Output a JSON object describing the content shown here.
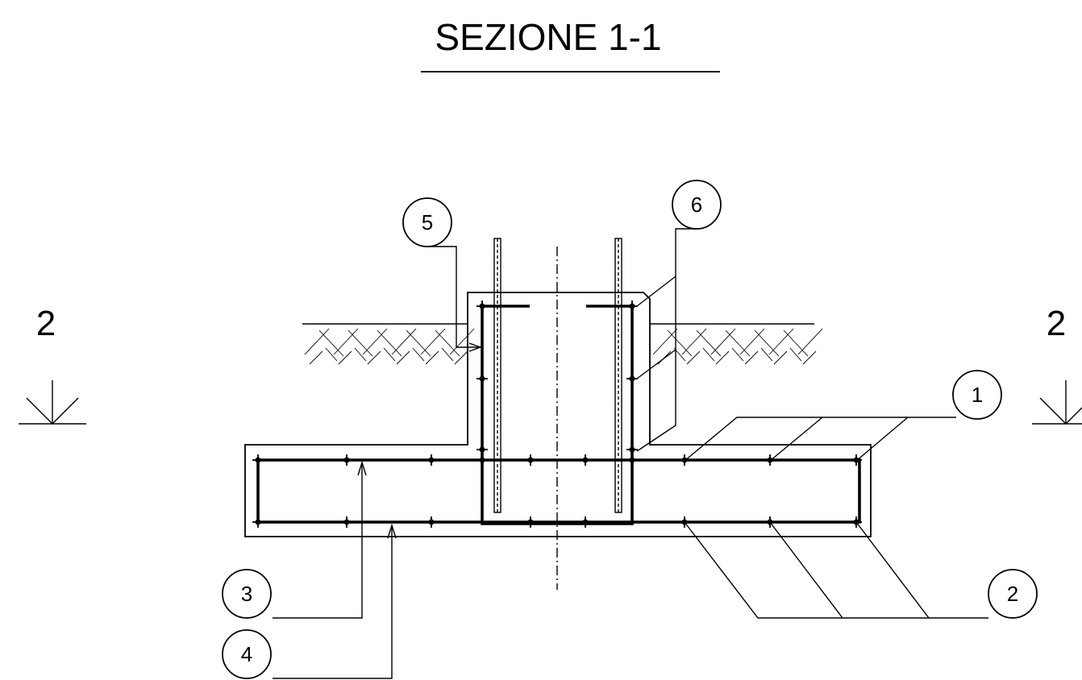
{
  "title": "SEZIONE 1-1",
  "section_marks": {
    "left": "2",
    "right": "2"
  },
  "callouts": [
    {
      "id": "callout-1",
      "label": "1"
    },
    {
      "id": "callout-2",
      "label": "2"
    },
    {
      "id": "callout-3",
      "label": "3"
    },
    {
      "id": "callout-4",
      "label": "4"
    },
    {
      "id": "callout-5",
      "label": "5"
    },
    {
      "id": "callout-6",
      "label": "6"
    }
  ],
  "colors": {
    "line": "#000000",
    "background": "#ffffff"
  }
}
